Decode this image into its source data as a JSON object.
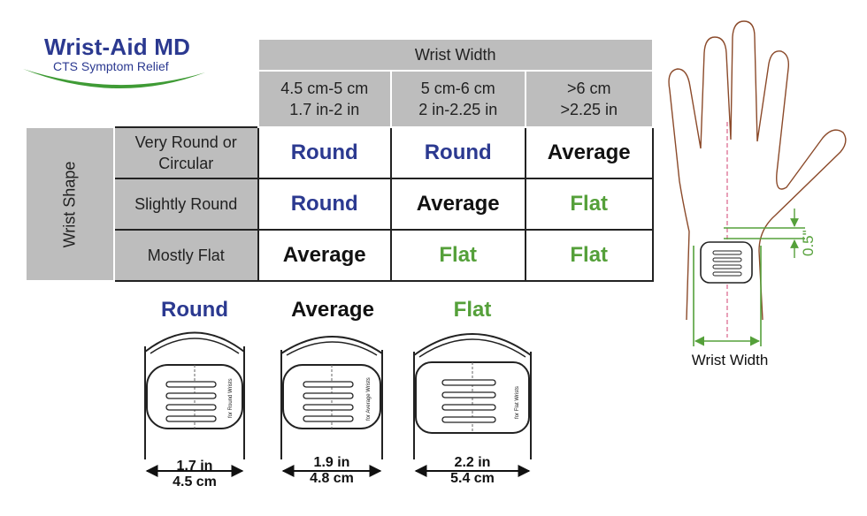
{
  "logo": {
    "title": "Wrist-Aid MD",
    "subtitle": "CTS Symptom Relief"
  },
  "table": {
    "col_group_header": "Wrist Width",
    "row_group_header": "Wrist Shape",
    "columns": [
      {
        "line1": "4.5 cm-5 cm",
        "line2": "1.7 in-2 in"
      },
      {
        "line1": "5 cm-6 cm",
        "line2": "2 in-2.25 in"
      },
      {
        "line1": ">6 cm",
        "line2": ">2.25 in"
      }
    ],
    "rows": [
      {
        "line1": "Very Round or",
        "line2": "Circular",
        "cells": [
          "Round",
          "Round",
          "Average"
        ]
      },
      {
        "line1": "Slightly Round",
        "line2": "",
        "cells": [
          "Round",
          "Average",
          "Flat"
        ]
      },
      {
        "line1": "Mostly Flat",
        "line2": "",
        "cells": [
          "Average",
          "Flat",
          "Flat"
        ]
      }
    ]
  },
  "devices": [
    {
      "title": "Round",
      "size_in": "1.7 in",
      "size_cm": "4.5 cm",
      "side_text": "for Round Wrists"
    },
    {
      "title": "Average",
      "size_in": "1.9 in",
      "size_cm": "4.8 cm",
      "side_text": "for Average Wrists"
    },
    {
      "title": "Flat",
      "size_in": "2.2 in",
      "size_cm": "5.4 cm",
      "side_text": "for Flat Wrists"
    }
  ],
  "hand": {
    "width_label": "Wrist Width",
    "offset_label": "0.5\""
  },
  "colors": {
    "round": "#2b3990",
    "average": "#111111",
    "flat": "#55a03a",
    "header_gray": "#bdbdbd",
    "logo_arc": "#3f9b35"
  }
}
